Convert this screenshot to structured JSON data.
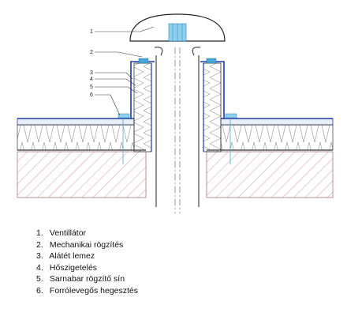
{
  "callouts": [
    "1",
    "2",
    "3",
    "4",
    "5",
    "6"
  ],
  "legend": [
    {
      "number": "1.",
      "label": "Ventillátor"
    },
    {
      "number": "2.",
      "label": "Mechanikai rögzítés"
    },
    {
      "number": "3.",
      "label": "Alátét lemez"
    },
    {
      "number": "4.",
      "label": "Hőszigetelés"
    },
    {
      "number": "5.",
      "label": "Sarnabar rögzítő sín"
    },
    {
      "number": "6.",
      "label": "Forrólevegős hegesztés"
    }
  ],
  "colors": {
    "line": "#222222",
    "membrane": "#1a3aa8",
    "insulation": "#f3f3e8",
    "concrete_hatch": "#b05a5a",
    "centerline": "#555555",
    "fastener": "#4aa8d8"
  }
}
